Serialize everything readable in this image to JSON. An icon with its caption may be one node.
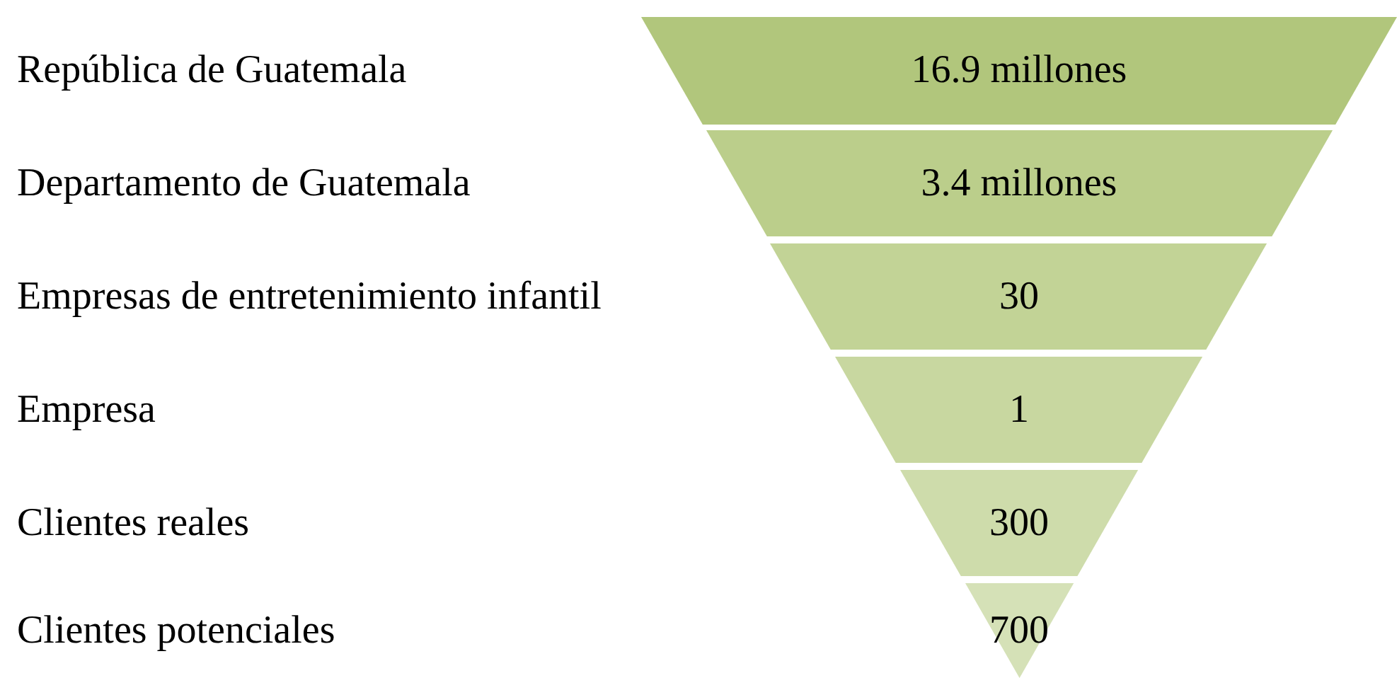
{
  "diagram": {
    "nodes": [
      {
        "text": [
          "16.9 millones"
        ]
      },
      {
        "text": [
          "3.4 millones"
        ]
      },
      {
        "text": [
          "30"
        ]
      },
      {
        "text": [
          "1"
        ]
      },
      {
        "text": [
          "300"
        ]
      },
      {
        "text": [
          "700"
        ]
      }
    ],
    "labels": [
      "República de Guatemala",
      "Departamento de Guatemala",
      "Empresas de entretenimiento infantil",
      "Empresa",
      "Clientes reales",
      "Clientes potenciales"
    ]
  }
}
